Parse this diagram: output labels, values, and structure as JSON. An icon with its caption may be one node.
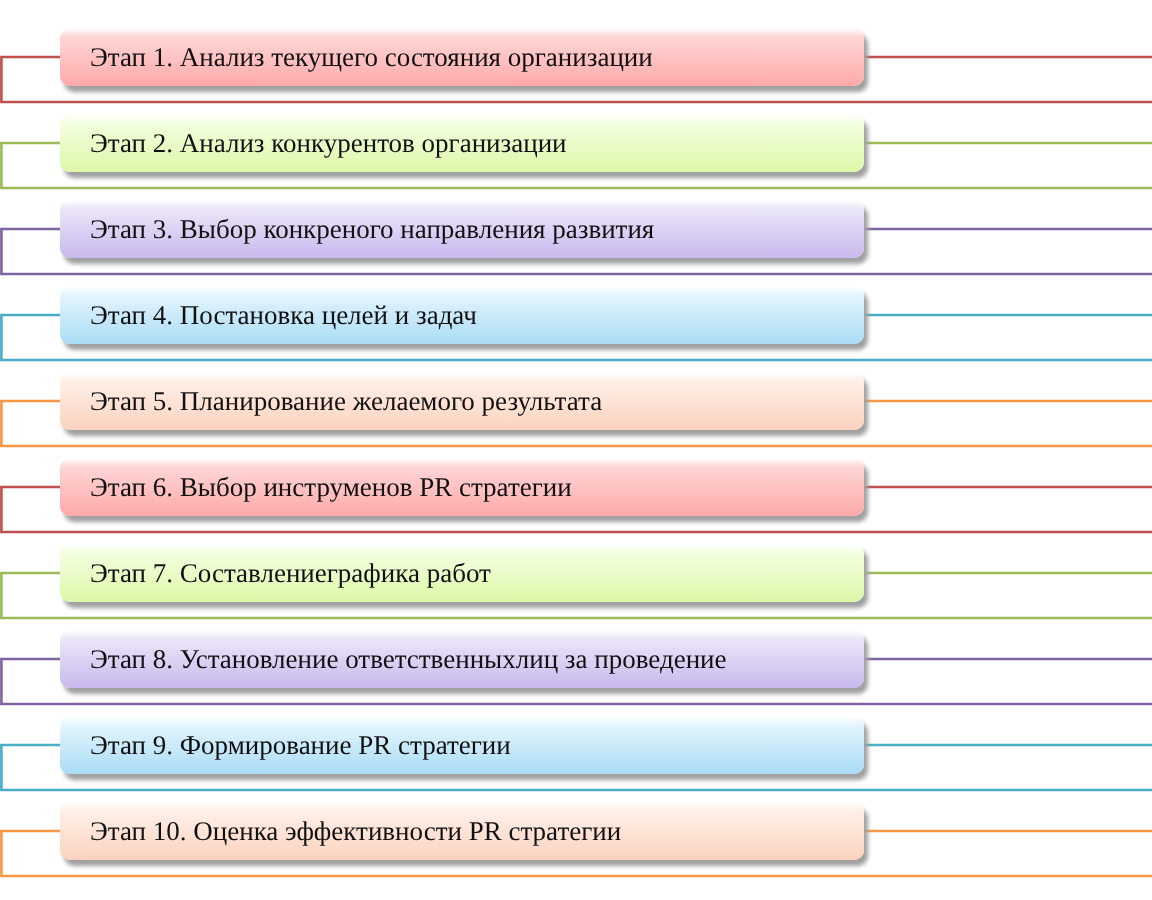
{
  "diagram": {
    "nodes": [
      {
        "text": [
          "Этап 1. Анализ текущего состояния организации"
        ]
      },
      {
        "text": [
          "Этап 2. Анализ конкурентов организации"
        ]
      },
      {
        "text": [
          "Этап 3. Выбор конкреного направления развития"
        ]
      },
      {
        "text": [
          "Этап 4. Постановка целей и задач"
        ]
      },
      {
        "text": [
          "Этап 5. Планирование желаемого результата"
        ]
      },
      {
        "text": [
          "Этап 6. Выбор инструменов PR стратегии"
        ]
      },
      {
        "text": [
          "Этап 7. Составлениеграфика работ"
        ]
      },
      {
        "text": [
          "Этап 8. Установление ответственныхлиц за проведение"
        ]
      },
      {
        "text": [
          "Этап 9. Формирование PR стратегии"
        ]
      },
      {
        "text": [
          "Этап 10. Оценка эффективности PR стратегии"
        ]
      }
    ]
  }
}
